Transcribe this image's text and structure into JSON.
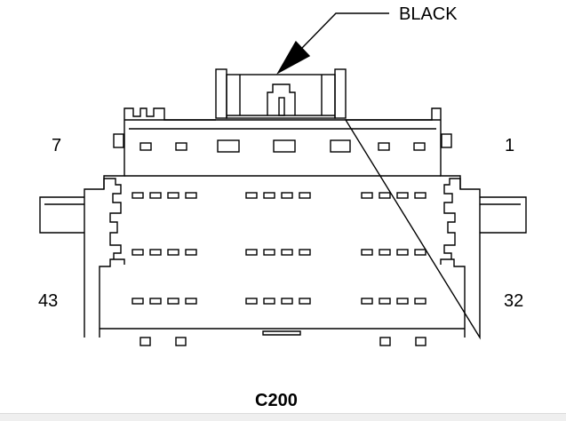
{
  "connector": {
    "name": "C200",
    "color_callout": "BLACK",
    "pin_labels": {
      "top_left": "7",
      "top_right": "1",
      "bottom_left": "43",
      "bottom_right": "32"
    }
  },
  "colors": {
    "line": "#000000",
    "background": "#ffffff"
  }
}
